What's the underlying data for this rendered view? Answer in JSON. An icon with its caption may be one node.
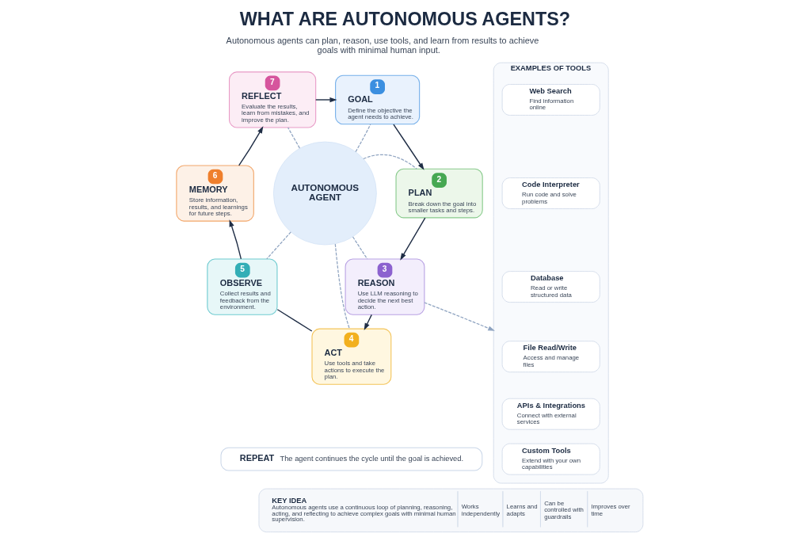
{
  "diagram": {
    "title": "WHAT ARE AUTONOMOUS AGENTS?",
    "nodes": [
      {
        "text": [
          "AUTONOMOUS AGENT"
        ]
      },
      {
        "text": [
          "1",
          "GOAL",
          "Define the objective the agent needs to achieve."
        ]
      },
      {
        "text": [
          "2",
          "PLAN",
          "Break down the goal into smaller tasks and steps."
        ]
      },
      {
        "text": [
          "3",
          "REASON",
          "Use LLM reasoning to decide the next best action."
        ]
      },
      {
        "text": [
          "4",
          "ACT",
          "Use tools and take actions to execute the plan."
        ]
      },
      {
        "text": [
          "5",
          "OBSERVE",
          "Collect results and feedback from the environment."
        ]
      },
      {
        "text": [
          "6",
          "MEMORY",
          "Store information, results, and learnings for future steps."
        ]
      },
      {
        "text": [
          "7",
          "REFLECT",
          "Evaluate the results, learn from mistakes, and improve the plan."
        ]
      },
      {
        "text": [
          "EXAMPLES OF TOOLS"
        ]
      },
      {
        "text": [
          "Web Search",
          "Find information online"
        ],
        "in": 8
      },
      {
        "text": [
          "Code Interpreter",
          "Run code and solve problems"
        ],
        "in": 8
      },
      {
        "text": [
          "Database",
          "Read or write structured data"
        ],
        "in": 8
      },
      {
        "text": [
          "File Read/Write",
          "Access and manage files"
        ],
        "in": 8
      },
      {
        "text": [
          "APIs & Integrations",
          "Connect with external services"
        ],
        "in": 8
      },
      {
        "text": [
          "Custom Tools",
          "Extend with your own capabilities"
        ],
        "in": 8
      },
      {
        "text": [
          "REPEAT",
          "The agent continues the cycle until the goal is achieved."
        ]
      },
      {
        "text": [
          "KEY IDEA",
          "Autonomous agents use a continuous loop of planning, reasoning, acting, and reflecting to achieve complex goals with minimal human supervision.",
          "Works independently",
          "Learns and adapts",
          "Can be controlled with guardrails",
          "Improves over time"
        ]
      }
    ],
    "edges": [
      {
        "from": 7,
        "to": 1,
        "arrow": "to"
      },
      {
        "from": 1,
        "to": 2,
        "arrow": "to"
      },
      {
        "from": 2,
        "to": 3,
        "arrow": "to"
      },
      {
        "from": 3,
        "to": 4,
        "arrow": "to"
      },
      {
        "from": 4,
        "to": 5,
        "arrow": "none"
      },
      {
        "from": 5,
        "to": 6,
        "arrow": "to"
      },
      {
        "from": 6,
        "to": 7,
        "arrow": "to"
      },
      {
        "from": 3,
        "to": 8,
        "arrow": "to",
        "style": "dashed",
        "color": "#8ea3c0"
      },
      {
        "from": 0,
        "to": 1,
        "arrow": "none",
        "style": "dashed",
        "color": "#8ea3c0"
      },
      {
        "from": 0,
        "to": 2,
        "arrow": "none",
        "style": "dashed",
        "color": "#8ea3c0"
      },
      {
        "from": 0,
        "to": 3,
        "arrow": "none",
        "style": "dashed",
        "color": "#8ea3c0"
      },
      {
        "from": 0,
        "to": 4,
        "arrow": "none",
        "style": "dashed",
        "color": "#8ea3c0"
      },
      {
        "from": 0,
        "to": 5,
        "arrow": "none",
        "style": "dashed",
        "color": "#8ea3c0"
      },
      {
        "from": 0,
        "to": 7,
        "arrow": "none",
        "style": "dashed",
        "color": "#8ea3c0"
      }
    ],
    "labels": [
      "Autonomous agents can plan, reason, use tools, and learn from results to achieve goals with minimal human input."
    ]
  }
}
